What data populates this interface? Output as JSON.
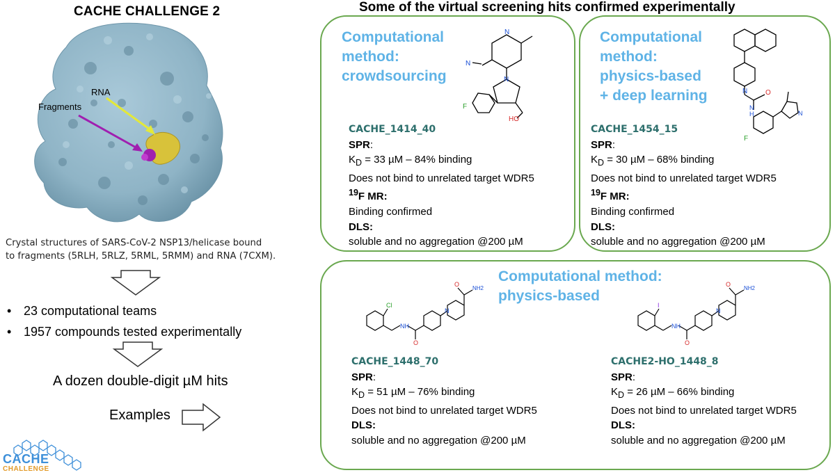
{
  "left": {
    "title": "CACHE CHALLENGE 2",
    "protein_labels": {
      "rna": "RNA",
      "fragments": "Fragments"
    },
    "caption_line1": "Crystal structures of SARS-CoV-2 NSP13/helicase bound",
    "caption_line2": "to fragments (5RLH, 5RLZ, 5RML, 5RMM) and RNA (7CXM).",
    "bullets": [
      "23 computational teams",
      "1957 compounds tested experimentally"
    ],
    "hits": "A dozen double-digit µM hits",
    "examples": "Examples",
    "logo": {
      "line1": "CACHE",
      "line2": "CHALLENGE"
    }
  },
  "right_title": "Some of the virtual screening hits confirmed experimentally",
  "panels": [
    {
      "method": [
        "Computational",
        "method:",
        "crowdsourcing"
      ],
      "compound_id": "CACHE_1414_40",
      "spr": "SPR",
      "spr_colon": ":",
      "kd_sub": "D",
      "kd_rest": " = 33 µM – 84% binding",
      "wdr5": "Does not bind to unrelated target WDR5",
      "nmr_sup": "19",
      "nmr_rest": "F MR:",
      "nmr_result": "Binding confirmed",
      "dls": "DLS:",
      "dls_result": "soluble and no aggregation @200 µM",
      "atoms": {
        "n_ring": "N",
        "n_cn": "N",
        "n_pyr": "N",
        "f": "F",
        "oh": "HO"
      }
    },
    {
      "method": [
        "Computational",
        "method:",
        "physics-based",
        "+ deep learning"
      ],
      "compound_id": "CACHE_1454_15",
      "spr": "SPR",
      "spr_colon": ":",
      "kd_sub": "D",
      "kd_rest": " = 30 µM – 68% binding",
      "wdr5": "Does not bind to unrelated target WDR5",
      "nmr_sup": "19",
      "nmr_rest": "F MR:",
      "nmr_result": "Binding confirmed",
      "dls": "DLS:",
      "dls_result": "soluble and no aggregation @200 µM",
      "atoms": {
        "n1": "N",
        "o": "O",
        "nh": "H",
        "n_amide": "N",
        "f": "F",
        "tz": "N"
      }
    },
    {
      "method": [
        "Computational method:",
        "physics-based"
      ],
      "compounds": [
        {
          "compound_id": "CACHE_1448_70",
          "spr": "SPR",
          "spr_colon": ":",
          "kd_sub": "D",
          "kd_rest": " = 51 µM – 76% binding",
          "wdr5": "Does not bind to unrelated target WDR5",
          "dls": "DLS:",
          "dls_result": "soluble and no aggregation @200 µM",
          "atoms": {
            "cl": "Cl",
            "nh": "NH",
            "n": "N",
            "o": "O",
            "nh2": "NH2",
            "o2": "O"
          }
        },
        {
          "compound_id": "CACHE2-HO_1448_8",
          "spr": "SPR",
          "spr_colon": ":",
          "kd_sub": "D",
          "kd_rest": " = 26 µM – 66% binding",
          "wdr5": "Does not bind to unrelated target WDR5",
          "dls": "DLS:",
          "dls_result": "soluble and no aggregation @200 µM",
          "atoms": {
            "i": "I",
            "nh": "NH",
            "n": "N",
            "o": "O",
            "nh2": "NH2",
            "o2": "O"
          }
        }
      ]
    }
  ],
  "colors": {
    "panel_border": "#6aa84f",
    "method_text": "#5fb3e6",
    "compound_id": "#2d6f6c",
    "protein": "#8fb4c6",
    "rna": "#d8c23a",
    "fragments": "#a01fb0"
  }
}
